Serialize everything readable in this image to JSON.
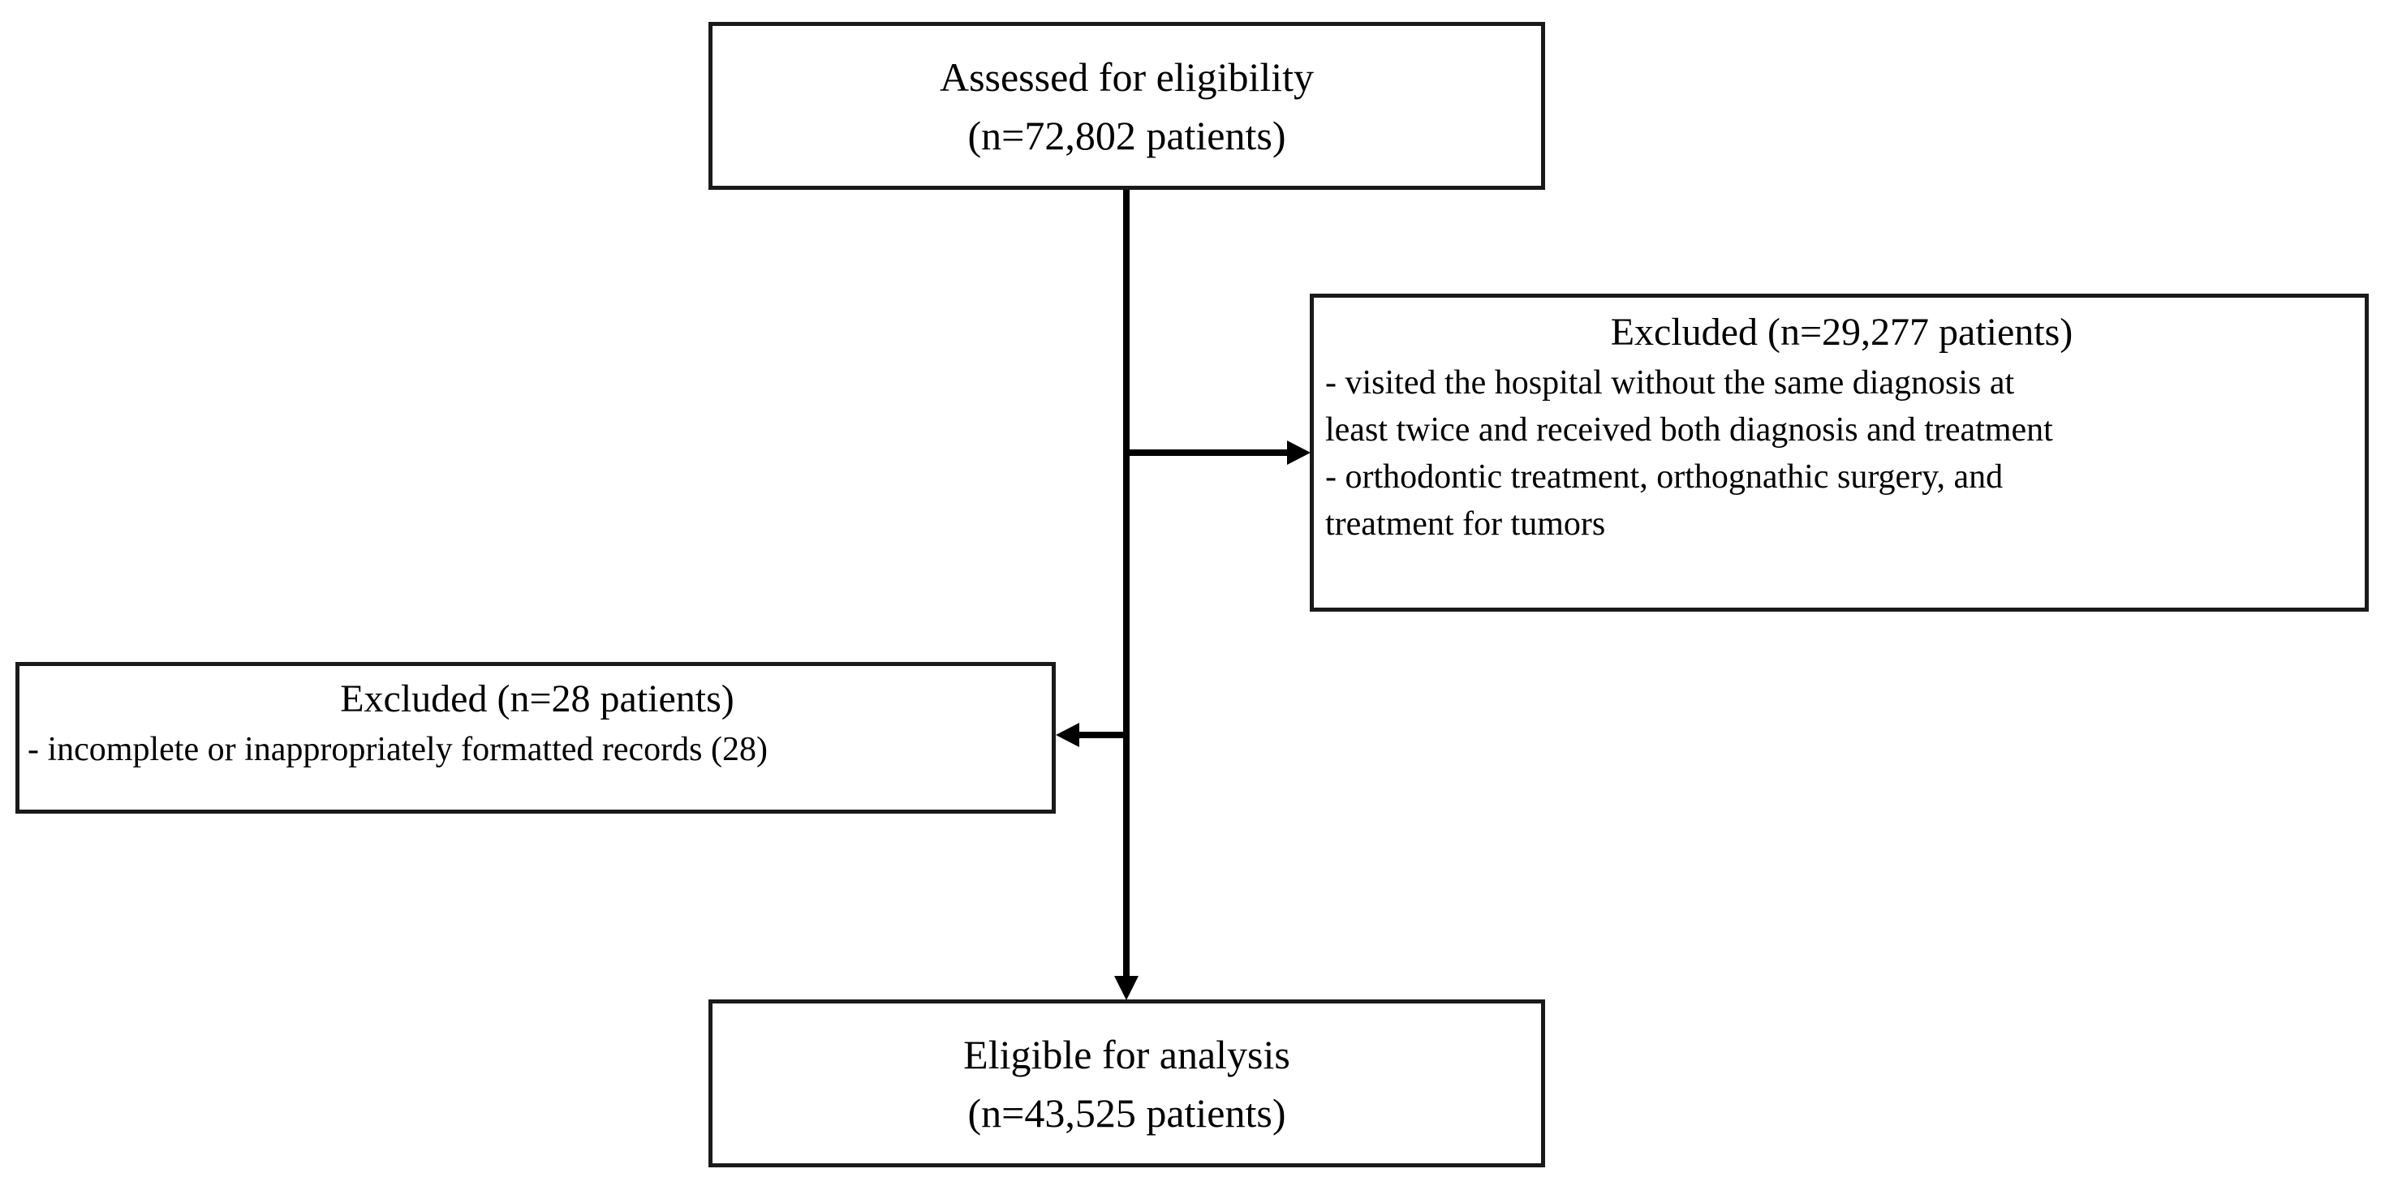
{
  "diagram": {
    "type": "patient-flow-chart",
    "stroke_color": "#1a1a1a",
    "arrow_color": "#000000",
    "background_color": "#ffffff",
    "nodes": {
      "assessed": {
        "lines": [
          "Assessed for eligibility",
          "(n=72,802 patients)"
        ]
      },
      "excluded_right": {
        "heading": "Excluded (n=29,277 patients)",
        "bullets": [
          "- visited the hospital without the same diagnosis at",
          "least twice and received both diagnosis and treatment",
          "- orthodontic treatment, orthognathic surgery, and",
          "treatment for tumors"
        ]
      },
      "excluded_left": {
        "heading": "Excluded (n=28 patients)",
        "bullets": [
          "- incomplete or inappropriately formatted records (28)"
        ]
      },
      "eligible": {
        "lines": [
          "Eligible for analysis",
          "(n=43,525 patients)"
        ]
      }
    }
  }
}
